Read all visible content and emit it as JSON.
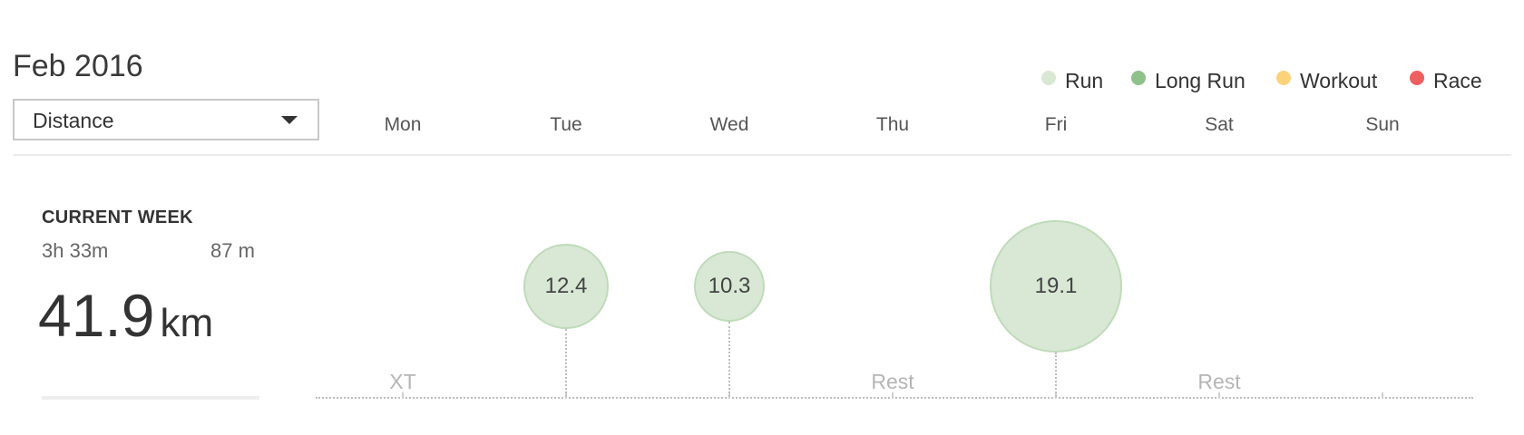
{
  "header": {
    "month": "Feb 2016",
    "metric_selected": "Distance"
  },
  "legend": [
    {
      "label": "Run",
      "color": "#d8e8d5"
    },
    {
      "label": "Long Run",
      "color": "#8fc18a"
    },
    {
      "label": "Workout",
      "color": "#fcd27a"
    },
    {
      "label": "Race",
      "color": "#ef5f5f"
    }
  ],
  "days": [
    "Mon",
    "Tue",
    "Wed",
    "Thu",
    "Fri",
    "Sat",
    "Sun"
  ],
  "current_week": {
    "heading": "CURRENT WEEK",
    "time": "3h 33m",
    "elevation": "87 m",
    "total_value": "41.9",
    "total_unit": "km"
  },
  "week_runs": [
    {
      "day": "Tue",
      "distance": 12.4,
      "type": "Run"
    },
    {
      "day": "Wed",
      "distance": 10.3,
      "type": "Run"
    },
    {
      "day": "Fri",
      "distance": 19.1,
      "type": "Run"
    }
  ],
  "day_notes": [
    {
      "day": "Mon",
      "text": "XT"
    },
    {
      "day": "Thu",
      "text": "Rest"
    },
    {
      "day": "Sat",
      "text": "Rest"
    }
  ],
  "colors": {
    "run_fill": "#d8e8d5",
    "run_border": "#bfdbb9",
    "text_dark": "#333333",
    "text_muted": "#b5b5b5"
  }
}
